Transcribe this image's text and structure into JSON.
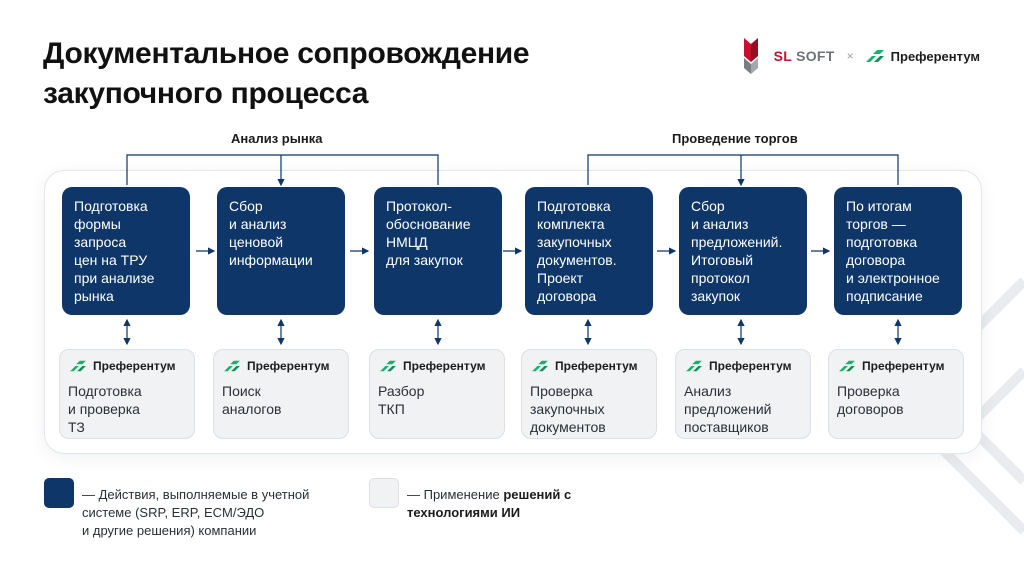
{
  "title": "Документальное сопровождение закупочного процесса",
  "logos": {
    "sl_word": "SL",
    "soft_word": "SOFT",
    "times": "×",
    "partner_name": "Преферентум"
  },
  "groups": [
    {
      "label": "Анализ рынка"
    },
    {
      "label": "Проведение торгов"
    }
  ],
  "stages": [
    {
      "text": "Подготовка\nформы\nзапроса\nцен на ТРУ\nпри анализе\nрынка"
    },
    {
      "text": "Сбор\nи анализ\nценовой\nинформации"
    },
    {
      "text": "Протокол-\nобоснование\nНМЦД\nдля закупок"
    },
    {
      "text": "Подготовка\nкомплекта\nзакупочных\nдокументов.\nПроект\nдоговора"
    },
    {
      "text": "Сбор\nи анализ\nпредложений.\nИтоговый\nпротокол\nзакупок"
    },
    {
      "text": "По итогам\nторгов —\nподготовка\nдоговора\nи электронное\nподписание"
    }
  ],
  "solutions": [
    {
      "brand": "Преферентум",
      "text": "Подготовка\nи проверка\nТЗ"
    },
    {
      "brand": "Преферентум",
      "text": "Поиск\nаналогов"
    },
    {
      "brand": "Преферентум",
      "text": "Разбор\nТКП"
    },
    {
      "brand": "Преферентум",
      "text": "Проверка\nзакупочных\nдокументов"
    },
    {
      "brand": "Преферентум",
      "text": "Анализ\nпредложений\nпоставщиков"
    },
    {
      "brand": "Преферентум",
      "text": "Проверка\nдоговоров"
    }
  ],
  "legend": {
    "company_actions": "— Действия, выполняемые в учетной\nсистеме (SRP, ERP, ECM/ЭДО\nи другие решения) компании",
    "ai_prefix": "— Применение ",
    "ai_bold": "решений с технологиями ИИ"
  },
  "colors": {
    "stage_fill": "#0e3669",
    "solution_fill": "#f1f2f4",
    "brand_green": "#17b26a",
    "brand_red": "#c8102e"
  }
}
